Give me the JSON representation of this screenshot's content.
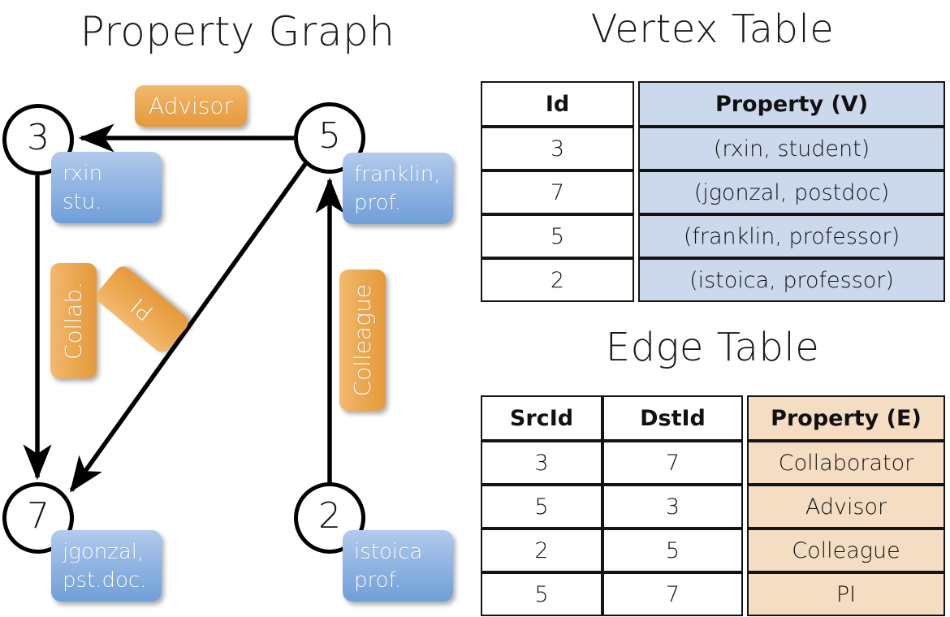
{
  "titles": {
    "property_graph": "Property Graph",
    "vertex_table": "Vertex Table",
    "edge_table": "Edge Table"
  },
  "graph": {
    "vertices": [
      {
        "id": "3",
        "property_line1": "rxin",
        "property_line2": "stu."
      },
      {
        "id": "5",
        "property_line1": "franklin,",
        "property_line2": "prof."
      },
      {
        "id": "7",
        "property_line1": "jgonzal,",
        "property_line2": "pst.doc."
      },
      {
        "id": "2",
        "property_line1": "istoica",
        "property_line2": "prof."
      }
    ],
    "edge_labels": [
      {
        "text": "Advisor",
        "from": "5",
        "to": "3"
      },
      {
        "text": "Collab.",
        "from": "3",
        "to": "7"
      },
      {
        "text": "PI",
        "from": "5",
        "to": "7"
      },
      {
        "text": "Colleague",
        "from": "2",
        "to": "5"
      }
    ]
  },
  "vertex_table": {
    "headers": [
      "Id",
      "Property (V)"
    ],
    "rows": [
      {
        "id": "3",
        "property": "(rxin, student)"
      },
      {
        "id": "7",
        "property": "(jgonzal, postdoc)"
      },
      {
        "id": "5",
        "property": "(franklin, professor)"
      },
      {
        "id": "2",
        "property": "(istoica, professor)"
      }
    ]
  },
  "edge_table": {
    "headers": [
      "SrcId",
      "DstId",
      "Property (E)"
    ],
    "rows": [
      {
        "src": "3",
        "dst": "7",
        "property": "Collaborator"
      },
      {
        "src": "5",
        "dst": "3",
        "property": "Advisor"
      },
      {
        "src": "2",
        "dst": "5",
        "property": "Colleague"
      },
      {
        "src": "5",
        "dst": "7",
        "property": "PI"
      }
    ]
  },
  "colors": {
    "vertex_property_fill": "#6f9fd8",
    "edge_label_fill": "#e59a3c",
    "vertex_table_highlight": "#ccd9ed",
    "edge_table_highlight": "#f5ddc3",
    "stroke": "#000000"
  }
}
